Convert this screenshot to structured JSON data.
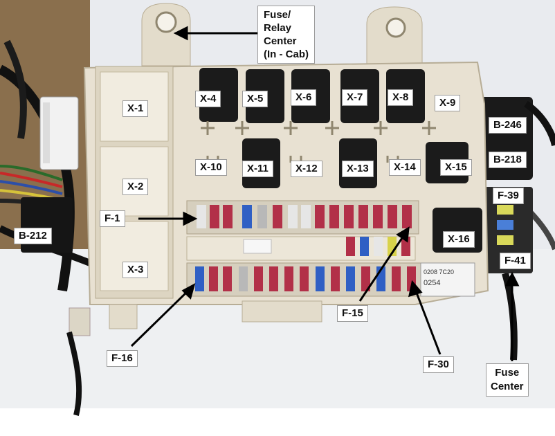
{
  "image": {
    "description_colors": {
      "housing": "#e8e1d2",
      "relay": "#1b1b1b",
      "fuse_red": "#b23048",
      "fuse_blue": "#2f5fc4",
      "fuse_clear": "#e6e6e6",
      "background": "#ffffff"
    }
  },
  "labels": {
    "fuse_relay_center": "Fuse/\nRelay\nCenter\n(In - Cab)",
    "x1": "X-1",
    "x2": "X-2",
    "x3": "X-3",
    "x4": "X-4",
    "x5": "X-5",
    "x6": "X-6",
    "x7": "X-7",
    "x8": "X-8",
    "x9": "X-9",
    "x10": "X-10",
    "x11": "X-11",
    "x12": "X-12",
    "x13": "X-13",
    "x14": "X-14",
    "x15": "X-15",
    "x16": "X-16",
    "b246": "B-246",
    "b218": "B-218",
    "b212": "B-212",
    "f1": "F-1",
    "f15": "F-15",
    "f16": "F-16",
    "f30": "F-30",
    "f39": "F-39",
    "f41": "F-41",
    "fuse_center": "Fuse\nCenter"
  },
  "sticker": {
    "line1": "0208 7C20",
    "line2": "0254"
  }
}
